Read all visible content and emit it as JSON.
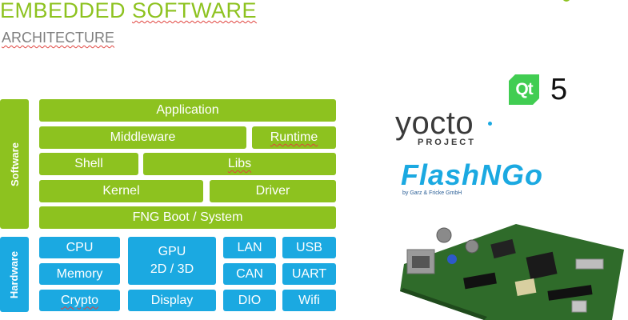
{
  "header": {
    "title_part1": "EMBEDDED",
    "title_part2": "SOFTWARE",
    "subtitle": "ARCHITECTURE"
  },
  "software": {
    "label": "Software",
    "application": "Application",
    "middleware": "Middleware",
    "runtime": "Runtime",
    "shell": "Shell",
    "libs": "Libs",
    "kernel": "Kernel",
    "driver": "Driver",
    "fng_boot": "FNG Boot / System"
  },
  "hardware": {
    "label": "Hardware",
    "cpu": "CPU",
    "memory": "Memory",
    "crypto": "Crypto",
    "gpu_line1": "GPU",
    "gpu_line2": "2D / 3D",
    "display": "Display",
    "lan": "LAN",
    "can": "CAN",
    "dio": "DIO",
    "usb": "USB",
    "uart": "UART",
    "wifi": "Wifi"
  },
  "logos": {
    "qt_text": "Qt",
    "qt_version": "5",
    "yocto_text": "yocto",
    "yocto_sub": "PROJECT",
    "flashngo_text": "FlashNGo",
    "flashngo_sub": "by Garz & Fricke GmbH"
  },
  "colors": {
    "software_green": "#8dc21f",
    "hardware_blue": "#1ba9e1",
    "title_green": "#8dc21f"
  }
}
